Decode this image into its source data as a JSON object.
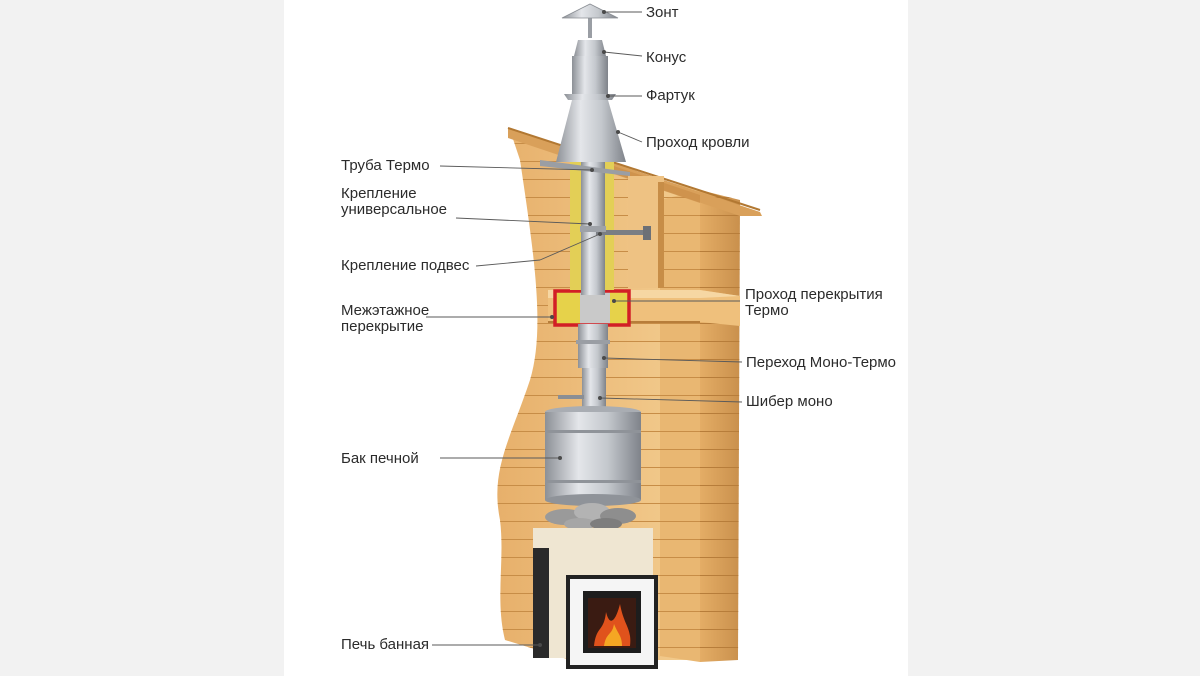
{
  "labels": {
    "umbrella": "Зонт",
    "cone": "Конус",
    "apron": "Фартук",
    "roof_pass": "Проход кровли",
    "thermo_pipe": "Труба Термо",
    "universal_mount": "Крепление\nуниверсальное",
    "hanger_mount": "Крепление подвес",
    "interfloor": "Межэтажное\nперекрытие",
    "ceiling_pass": "Проход перекрытия\nТермо",
    "mono_thermo": "Переход Моно-Термо",
    "damper": "Шибер моно",
    "tank": "Бак печной",
    "stove": "Печь банная"
  },
  "colors": {
    "wood_light": "#f1c98b",
    "wood_dark": "#d9a35e",
    "steel": "#b8bcc2",
    "highlight_frame": "#d21f26",
    "insulation": "#e6d24a"
  }
}
